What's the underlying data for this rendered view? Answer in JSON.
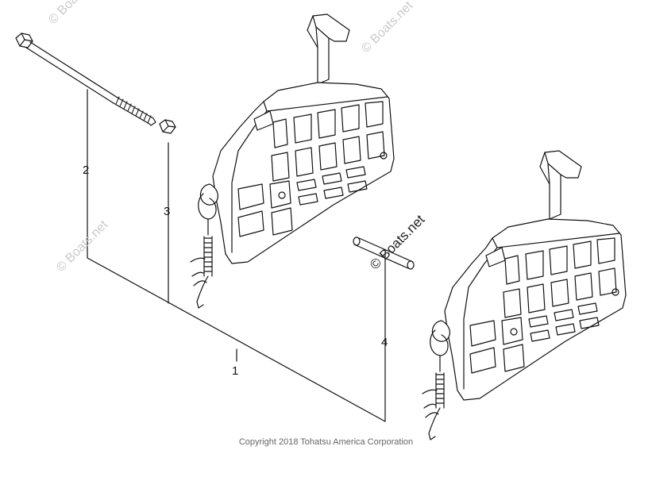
{
  "callouts": {
    "c1": "1",
    "c2": "2",
    "c3": "3",
    "c4": "4"
  },
  "watermark": "© Boats.net",
  "copyright": "Copyright 2018 Tohatsu America Corporation",
  "colors": {
    "line": "#111111",
    "watermark": "#c9c9c9"
  },
  "parts": [
    {
      "ref": "1",
      "name": "remote-control-box-assembly"
    },
    {
      "ref": "2",
      "name": "bolt"
    },
    {
      "ref": "3",
      "name": "nut"
    },
    {
      "ref": "4",
      "name": "pin"
    }
  ]
}
